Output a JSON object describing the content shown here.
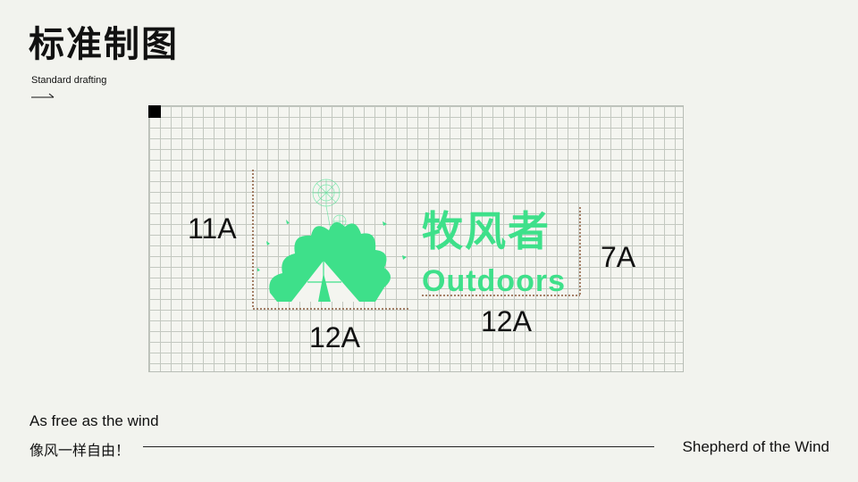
{
  "header": {
    "title": "标准制图",
    "subtitle": "Standard drafting"
  },
  "dimensions": {
    "icon_height": "11A",
    "icon_width": "12A",
    "wordmark_width": "12A",
    "wordmark_height": "7A"
  },
  "brand": {
    "name_cn": "牧风者",
    "name_en": "Outdoors",
    "accent_color": "#3ee08a",
    "icon": "tent-dandelion-icon"
  },
  "footer": {
    "slogan_en": "As free as the wind",
    "slogan_cn": "像风一样自由！",
    "tagline": "Shepherd of the Wind"
  }
}
